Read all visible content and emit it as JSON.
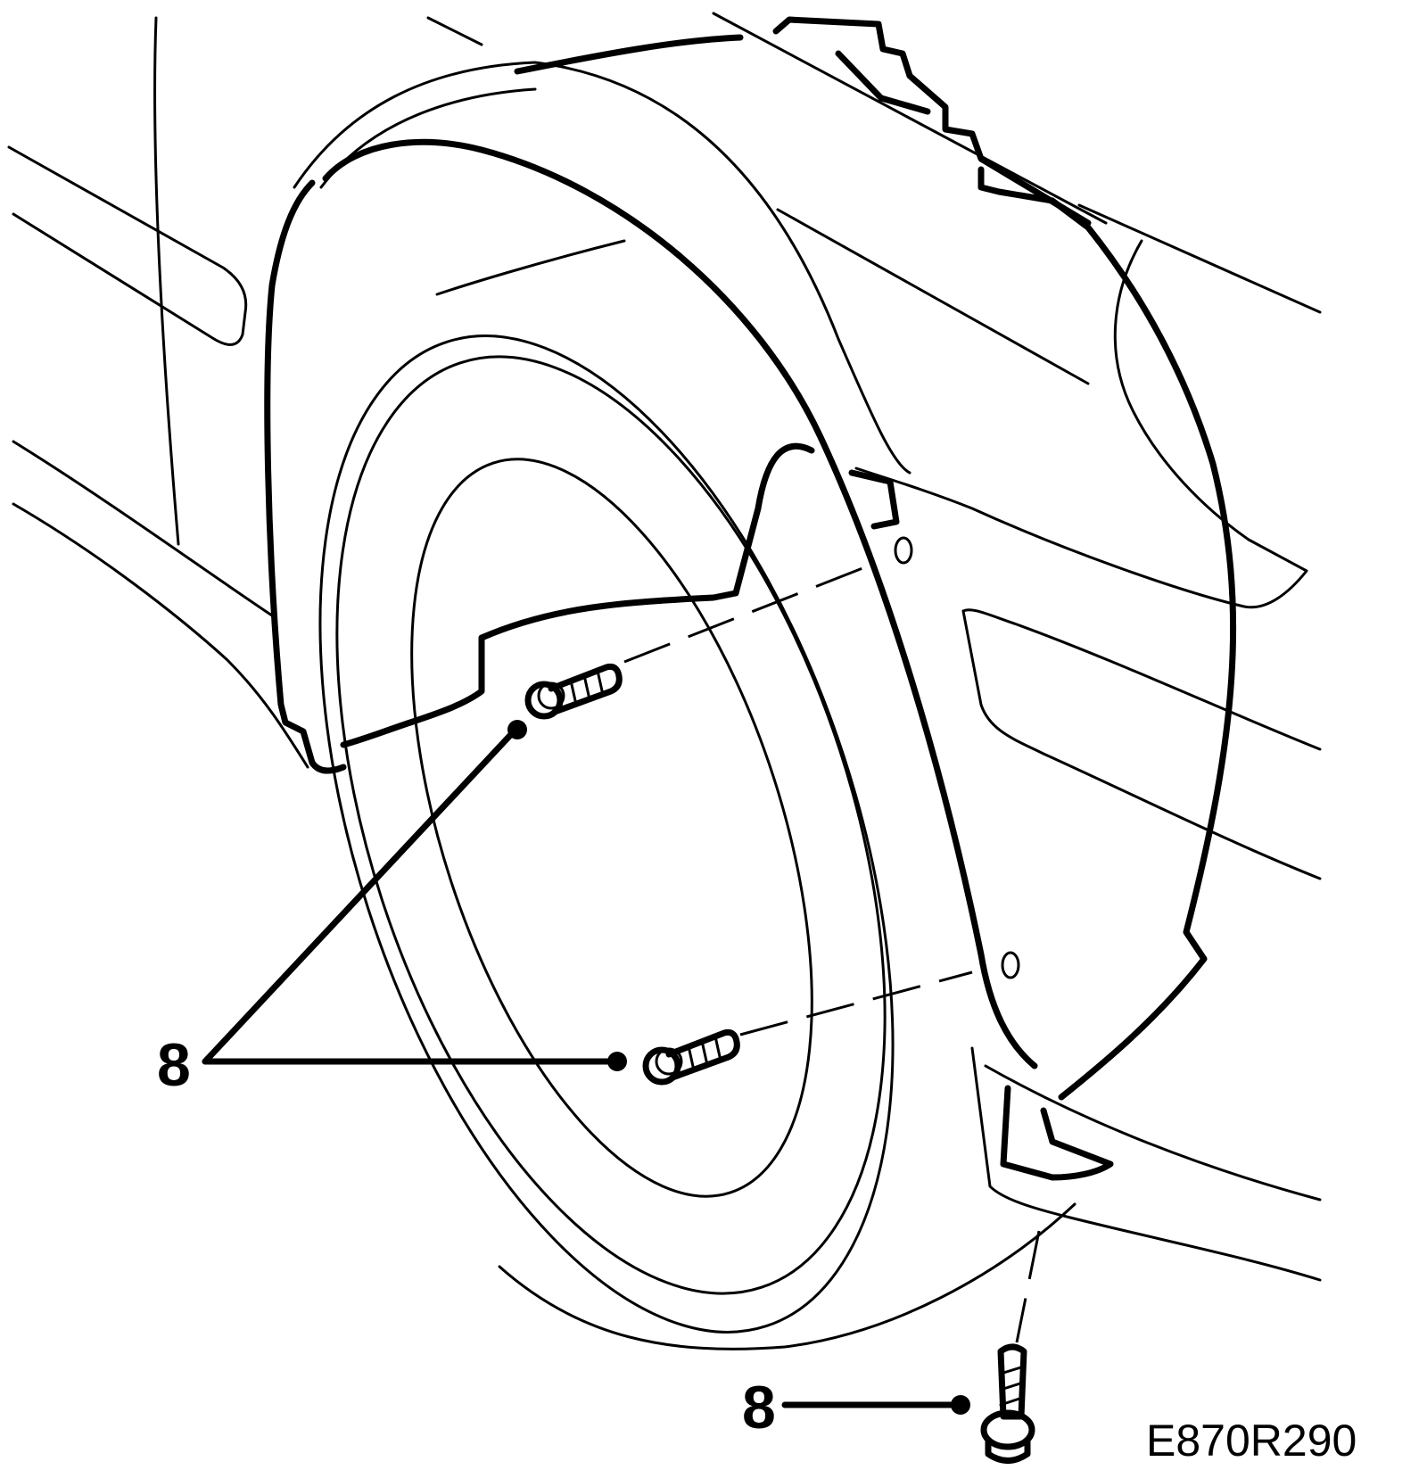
{
  "callouts": [
    {
      "number": "8"
    },
    {
      "number": "8"
    }
  ],
  "figure_code": "E870R290"
}
